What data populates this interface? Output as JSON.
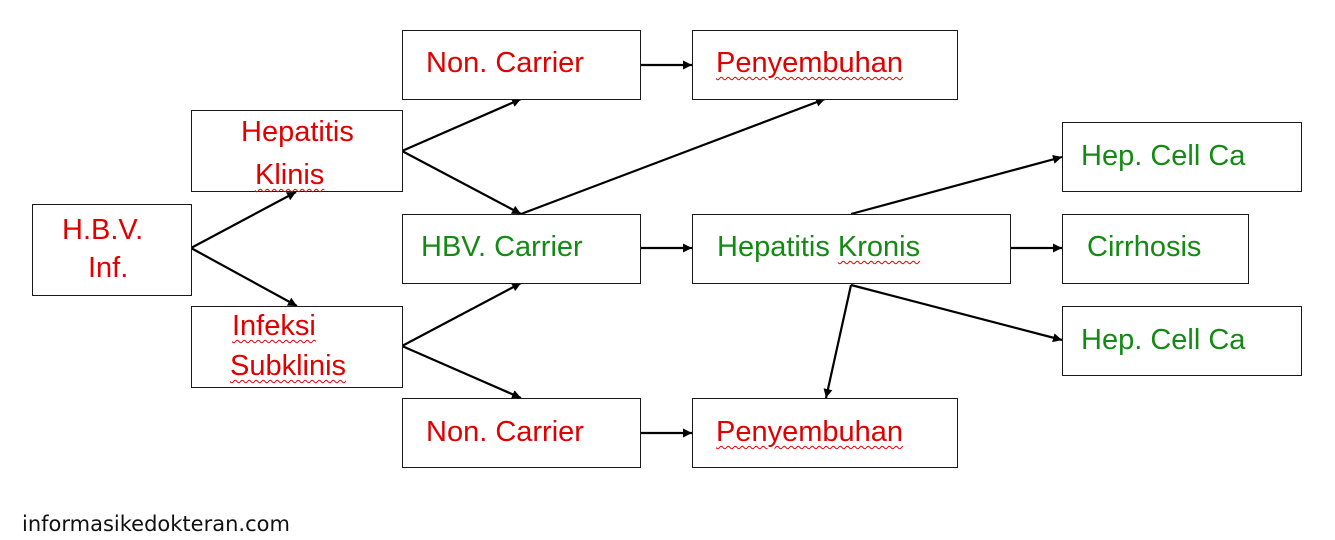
{
  "nodes": {
    "hbv_inf": {
      "line1": "H.B.V.",
      "line2": "Inf."
    },
    "hepatitis_klinis": {
      "line1": "Hepatitis",
      "line2": "Klinis"
    },
    "infeksi_subklinis": {
      "line1": "Infeksi",
      "line2": "Subklinis"
    },
    "non_carrier_top": {
      "label": "Non. Carrier"
    },
    "hbv_carrier": {
      "label": "HBV. Carrier"
    },
    "non_carrier_bottom": {
      "label": "Non. Carrier"
    },
    "penyembuhan_top": {
      "label": "Penyembuhan"
    },
    "hepatitis_kronis": {
      "label_a": "Hepatitis ",
      "label_b": "Kronis"
    },
    "penyembuhan_bottom": {
      "label": "Penyembuhan"
    },
    "hep_cell_ca_top": {
      "label": "Hep. Cell Ca"
    },
    "cirrhosis": {
      "label": "Cirrhosis"
    },
    "hep_cell_ca_bottom": {
      "label": "Hep. Cell Ca"
    }
  },
  "edges": [
    [
      "hbv_inf",
      "hepatitis_klinis"
    ],
    [
      "hbv_inf",
      "infeksi_subklinis"
    ],
    [
      "hepatitis_klinis",
      "non_carrier_top"
    ],
    [
      "hepatitis_klinis",
      "hbv_carrier"
    ],
    [
      "infeksi_subklinis",
      "hbv_carrier"
    ],
    [
      "infeksi_subklinis",
      "non_carrier_bottom"
    ],
    [
      "non_carrier_top",
      "penyembuhan_top"
    ],
    [
      "hbv_carrier",
      "penyembuhan_top"
    ],
    [
      "hbv_carrier",
      "hepatitis_kronis"
    ],
    [
      "non_carrier_bottom",
      "penyembuhan_bottom"
    ],
    [
      "hepatitis_kronis",
      "hep_cell_ca_top"
    ],
    [
      "hepatitis_kronis",
      "cirrhosis"
    ],
    [
      "hepatitis_kronis",
      "hep_cell_ca_bottom"
    ],
    [
      "hepatitis_kronis",
      "penyembuhan_bottom"
    ]
  ],
  "colors": {
    "red": "#e00000",
    "green": "#138a13",
    "border": "#1a1a1a"
  },
  "watermark": "informasikedokteran.com"
}
